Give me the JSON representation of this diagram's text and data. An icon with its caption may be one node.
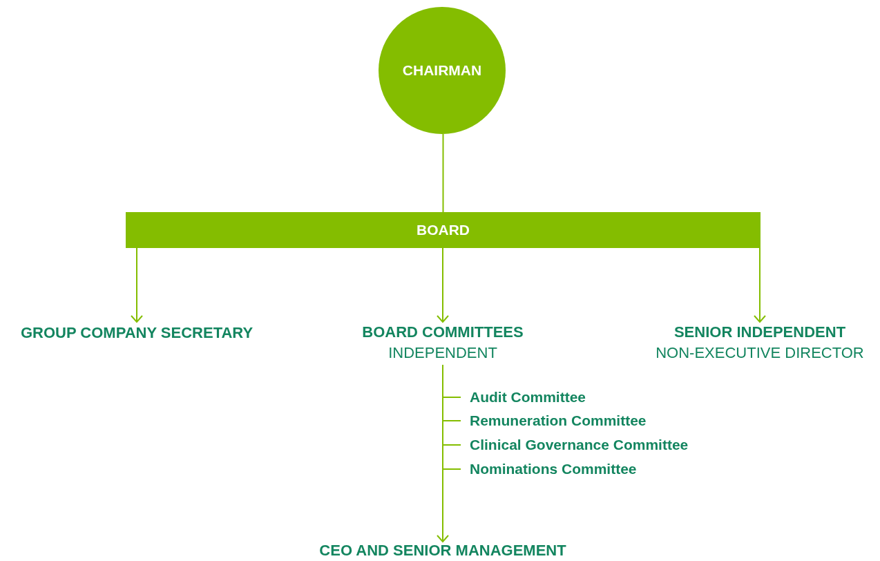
{
  "diagram": {
    "nodes": [
      {
        "text": [
          "CHAIRMAN"
        ]
      },
      {
        "text": [
          "BOARD"
        ]
      },
      {
        "text": [
          "GROUP COMPANY SECRETARY"
        ]
      },
      {
        "text": [
          "BOARD COMMITTEES",
          "INDEPENDENT"
        ]
      },
      {
        "text": [
          "SENIOR INDEPENDENT",
          "NON-EXECUTIVE DIRECTOR"
        ]
      },
      {
        "text": [
          "Audit Committee"
        ]
      },
      {
        "text": [
          "Remuneration Committee"
        ]
      },
      {
        "text": [
          "Clinical Governance Committee"
        ]
      },
      {
        "text": [
          "Nominations Committee"
        ]
      },
      {
        "text": [
          "CEO AND SENIOR MANAGEMENT"
        ]
      }
    ],
    "edges": [
      {
        "from": 0,
        "to": 1,
        "arrow": "none"
      },
      {
        "from": 1,
        "to": 2,
        "arrow": "to"
      },
      {
        "from": 1,
        "to": 3,
        "arrow": "to"
      },
      {
        "from": 1,
        "to": 4,
        "arrow": "to"
      },
      {
        "from": 3,
        "to": 5,
        "arrow": "none"
      },
      {
        "from": 3,
        "to": 6,
        "arrow": "none"
      },
      {
        "from": 3,
        "to": 7,
        "arrow": "none"
      },
      {
        "from": 3,
        "to": 8,
        "arrow": "none"
      },
      {
        "from": 3,
        "to": 9,
        "arrow": "to"
      }
    ]
  }
}
